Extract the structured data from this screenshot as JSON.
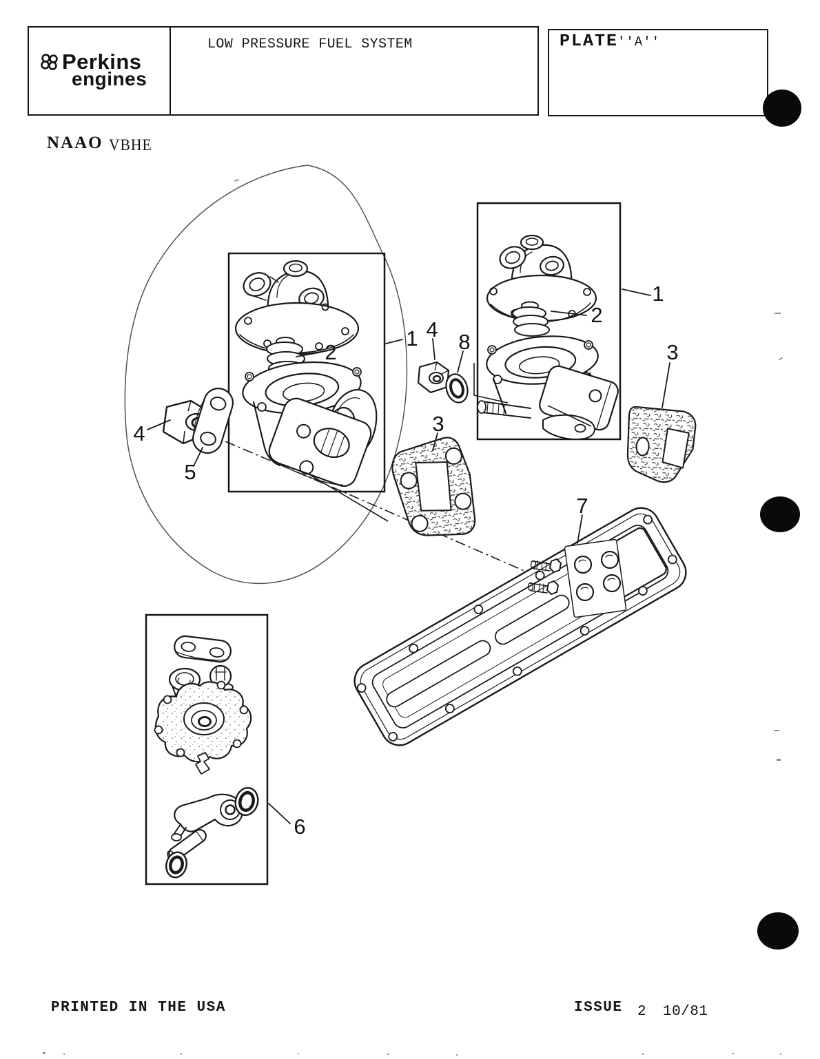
{
  "header": {
    "brand": {
      "icon": "perkins-four-circles-icon",
      "name": "Perkins",
      "subname": "engines"
    },
    "title": "LOW PRESSURE FUEL SYSTEM",
    "plate": {
      "label": "PLATE",
      "value": "''A''"
    }
  },
  "model_codes": {
    "primary": "NAAO",
    "secondary": "VBHE"
  },
  "diagram": {
    "callouts": [
      {
        "label": "1"
      },
      {
        "label": "2"
      },
      {
        "label": "4"
      },
      {
        "label": "5"
      },
      {
        "label": "1"
      },
      {
        "label": "2"
      },
      {
        "label": "4"
      },
      {
        "label": "8"
      },
      {
        "label": "3"
      },
      {
        "label": "3"
      },
      {
        "label": "7"
      },
      {
        "label": "6"
      }
    ]
  },
  "footer": {
    "printed_note": "PRINTED IN THE USA",
    "issue_label": "ISSUE",
    "issue_number": "2",
    "issue_date": "10/81"
  }
}
